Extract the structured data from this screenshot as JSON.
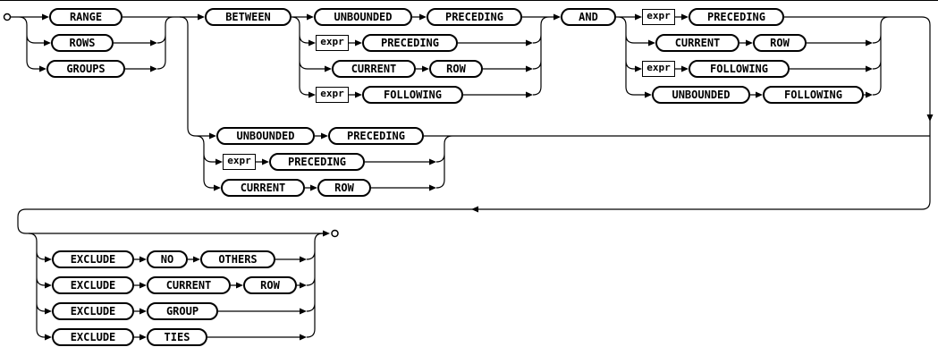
{
  "colors": {
    "line": "#000000",
    "bubble_border": "#000000",
    "bubble_fill": "#ffffff",
    "text": "#000000",
    "background": "#ffffff"
  },
  "diagram": {
    "terminals": {
      "range": "RANGE",
      "rows": "ROWS",
      "groups": "GROUPS",
      "between": "BETWEEN",
      "and": "AND",
      "unbounded": "UNBOUNDED",
      "preceding": "PRECEDING",
      "current": "CURRENT",
      "row": "ROW",
      "following": "FOLLOWING",
      "exclude": "EXCLUDE",
      "no": "NO",
      "others": "OTHERS",
      "group": "GROUP",
      "ties": "TIES"
    },
    "nonterminals": {
      "expr": "expr"
    }
  }
}
